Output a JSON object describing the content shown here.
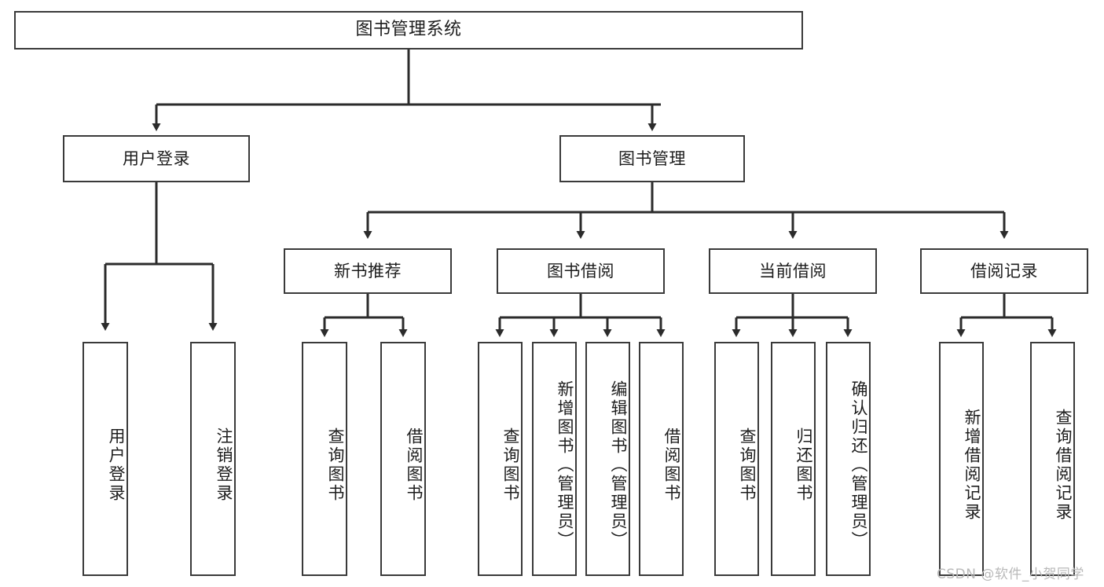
{
  "diagram": {
    "type": "tree",
    "title": "图书管理系统",
    "orientation": "top-down",
    "colors": {
      "box_border": "#3a3a3a",
      "box_fill": "#ffffff",
      "edge": "#2b2b2b",
      "text": "#1d1d1d",
      "watermark": "#b9b9b9",
      "background": "#ffffff"
    },
    "root": {
      "label": "图书管理系统"
    },
    "level2": [
      {
        "label": "用户登录"
      },
      {
        "label": "图书管理"
      }
    ],
    "level3": [
      {
        "label": "新书推荐"
      },
      {
        "label": "图书借阅"
      },
      {
        "label": "当前借阅"
      },
      {
        "label": "借阅记录"
      }
    ],
    "leaves": {
      "user_login": [
        {
          "label": "用户登录"
        },
        {
          "label": "注销登录"
        }
      ],
      "new_book_recommend": [
        {
          "label": "查询图书"
        },
        {
          "label": "借阅图书"
        }
      ],
      "book_borrow": [
        {
          "label": "查询图书"
        },
        {
          "label": "新增图书（管理员）"
        },
        {
          "label": "编辑图书（管理员）"
        },
        {
          "label": "借阅图书"
        }
      ],
      "current_borrow": [
        {
          "label": "查询图书"
        },
        {
          "label": "归还图书"
        },
        {
          "label": "确认归还（管理员）"
        }
      ],
      "borrow_record": [
        {
          "label": "新增借阅记录"
        },
        {
          "label": "查询借阅记录"
        }
      ]
    }
  },
  "watermark": {
    "text": "CSDN @软件_小贺同学"
  }
}
